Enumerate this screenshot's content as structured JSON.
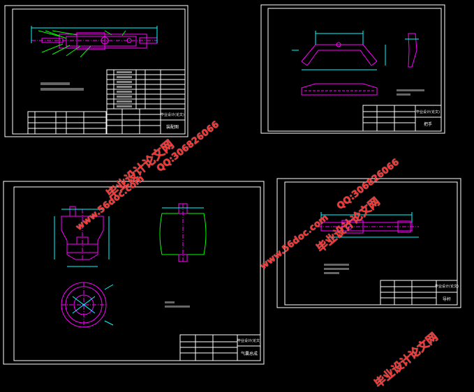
{
  "colors": {
    "background": "#000000",
    "frame": "#ffffff",
    "part": "#ff00ff",
    "dimension": "#00ffff",
    "outline": "#00ff00",
    "watermark": "#ff3030"
  },
  "sheets": [
    {
      "title_a": "毕业设计(论文)",
      "title_b": "装配图"
    },
    {
      "title_a": "毕业设计(论文)",
      "title_b": "把手"
    },
    {
      "title_a": "毕业设计(论文)",
      "title_b": "气囊总成"
    },
    {
      "title_a": "毕业设计(论文)",
      "title_b": "导杆"
    }
  ],
  "watermarks": [
    {
      "text": "毕业设计论文网"
    },
    {
      "text": "www.56doc.com"
    },
    {
      "text": "QQ:306826066"
    },
    {
      "text": "www.56doc.com"
    },
    {
      "text": "QQ:306826066"
    },
    {
      "text": "毕业设计论文网"
    },
    {
      "text": "毕业设计论文网"
    }
  ]
}
